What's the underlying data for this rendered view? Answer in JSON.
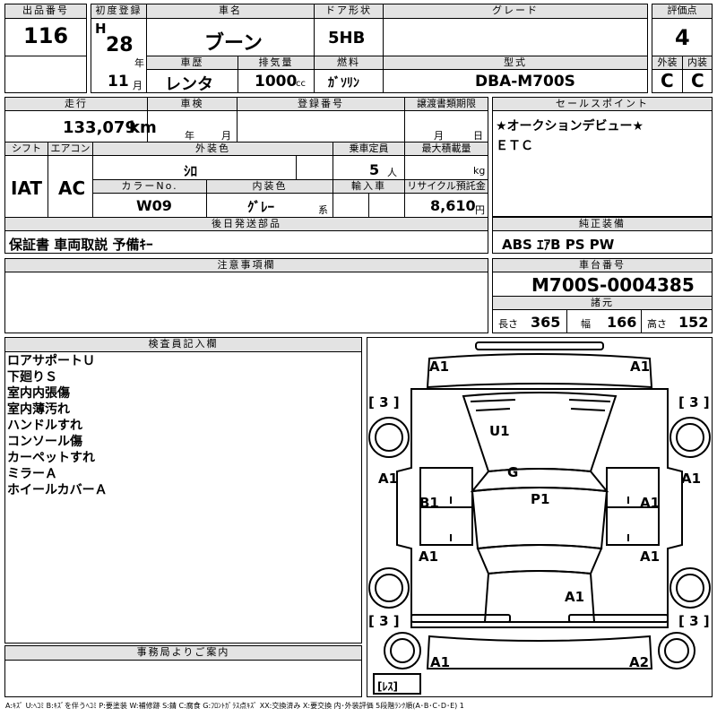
{
  "header": {
    "lot_no_label": "出品番号",
    "lot_no": "116",
    "first_reg_label": "初度登録",
    "era": "H",
    "year": "28",
    "year_unit": "年",
    "month": "11",
    "month_unit": "月",
    "car_name_label": "車名",
    "car_name": "ブーン",
    "door_label": "ドア形状",
    "door": "5HB",
    "grade_label": "グレード",
    "grade": "",
    "score_label": "評価点",
    "score": "4",
    "history_label": "車歴",
    "history": "レンタ",
    "displacement_label": "排気量",
    "displacement": "1000",
    "displacement_unit": "cc",
    "fuel_label": "燃料",
    "fuel": "ｶﾞｿﾘﾝ",
    "model_label": "型式",
    "model": "DBA-M700S",
    "exterior_label": "外装",
    "exterior": "C",
    "interior_label": "内装",
    "interior": "C"
  },
  "row2": {
    "mileage_label": "走行",
    "mileage": "133,079",
    "mileage_unit": "km",
    "inspection_label": "車検",
    "inspection_year_unit": "年",
    "inspection_month_unit": "月",
    "reg_no_label": "登録番号",
    "reg_no": "",
    "transfer_label": "譲渡書類期限",
    "transfer_month_unit": "月",
    "transfer_day_unit": "日",
    "sales_point_label": "セールスポイント",
    "sales_point_1": "★オークションデビュー★",
    "sales_point_2": "ＥＴＣ"
  },
  "row3": {
    "shift_label": "シフト",
    "shift": "IAT",
    "ac_label": "エアコン",
    "ac": "AC",
    "ext_color_label": "外装色",
    "ext_color": "ｼﾛ",
    "capacity_label": "乗車定員",
    "capacity": "5",
    "capacity_unit": "人",
    "max_load_label": "最大積載量",
    "max_load_unit": "kg",
    "color_no_label": "カラーNo.",
    "color_no": "W09",
    "int_color_label": "内装色",
    "int_color": "ｸﾞﾚｰ",
    "int_color_unit": "系",
    "import_label": "輸入車",
    "recycle_label": "リサイクル預託金",
    "recycle": "8,610",
    "recycle_unit": "円"
  },
  "accessories": {
    "label": "後日発送部品",
    "value": "保証書 車両取説 予備ｷｰ"
  },
  "equipment": {
    "label": "純正装備",
    "value": "ABS ｴｱB PS PW"
  },
  "notes": {
    "label": "注意事項欄"
  },
  "chassis": {
    "label": "車台番号",
    "value": "M700S-0004385"
  },
  "specs": {
    "label": "諸元",
    "length_label": "長さ",
    "length": "365",
    "width_label": "幅",
    "width": "166",
    "height_label": "高さ",
    "height": "152"
  },
  "inspector": {
    "label": "検査員記入欄",
    "lines": [
      "ロアサポートＵ",
      "下廻りＳ",
      "室内内張傷",
      "室内薄汚れ",
      "ハンドルすれ",
      "コンソール傷",
      "カーペットすれ",
      "ミラーＡ",
      "ホイールカバーＡ"
    ]
  },
  "office": {
    "label": "事務局よりご案内"
  },
  "diagram_marks": {
    "front_left": "A1",
    "front_right": "A1",
    "tire_fl": "[ 3 ]",
    "tire_fr": "[ 3 ]",
    "tire_rl": "[ 3 ]",
    "tire_rr": "[ 3 ]",
    "hood": "U1",
    "windshield": "G",
    "roof": "P1",
    "fender_l": "A1",
    "fender_r": "A1",
    "door_fl": "B1",
    "door_fr": "A1",
    "door_rl": "A1",
    "door_rr": "A1",
    "rear_panel": "A1",
    "rear_left": "A1",
    "rear_right": "A2",
    "spare": "[ﾚｽ]"
  },
  "legend": "A:ｷｽﾞ U:ﾍｺﾐ B:ｷｽﾞを伴うﾍｺﾐ P:要塗装 W:補修跡 S:錆 C:腐食 G:ﾌﾛﾝﾄｶﾞﾗｽ点ｷｽﾞ XX:交換済み X:要交換 内･外装評価 5段階ﾗﾝｸ順(A･B･C･D･E) 1"
}
